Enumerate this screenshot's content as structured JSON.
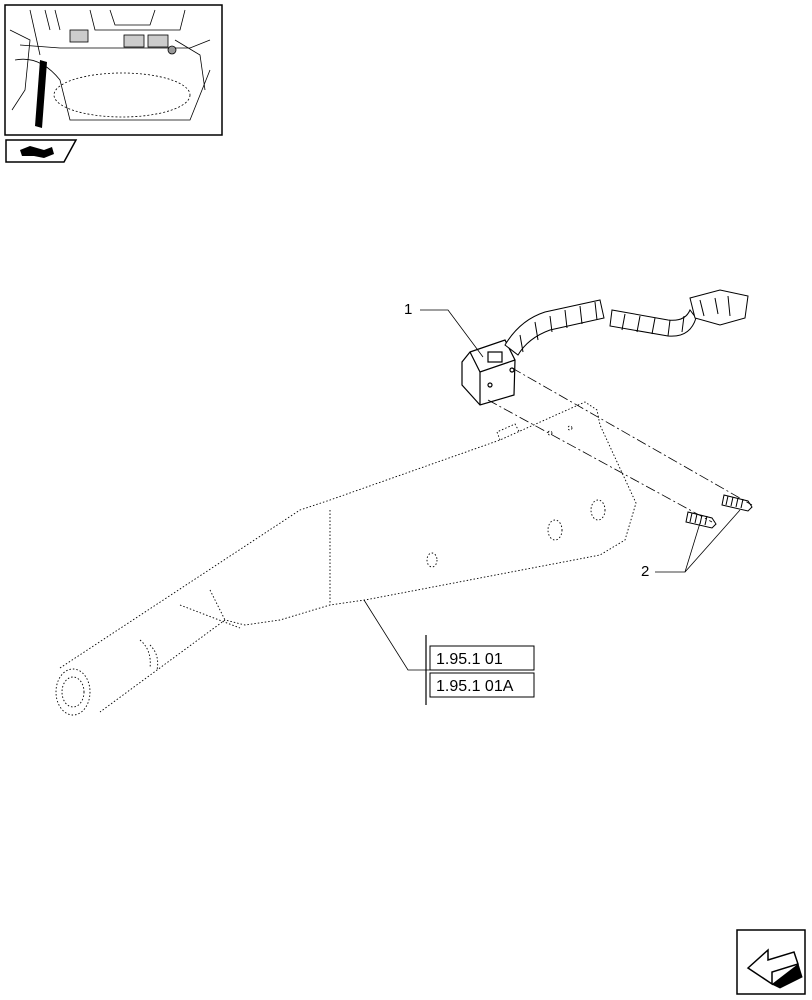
{
  "callouts": [
    {
      "id": "1",
      "text": "1"
    },
    {
      "id": "2",
      "text": "2"
    }
  ],
  "references": [
    {
      "text": "1.95.1 01"
    },
    {
      "text": "1.95.1 01A"
    }
  ],
  "icons": {
    "thumbnail": "cab-location-thumbnail",
    "section": "section-marker-icon",
    "nav": "next-page-arrow-icon"
  },
  "colors": {
    "line": "#000000",
    "background": "#ffffff"
  }
}
